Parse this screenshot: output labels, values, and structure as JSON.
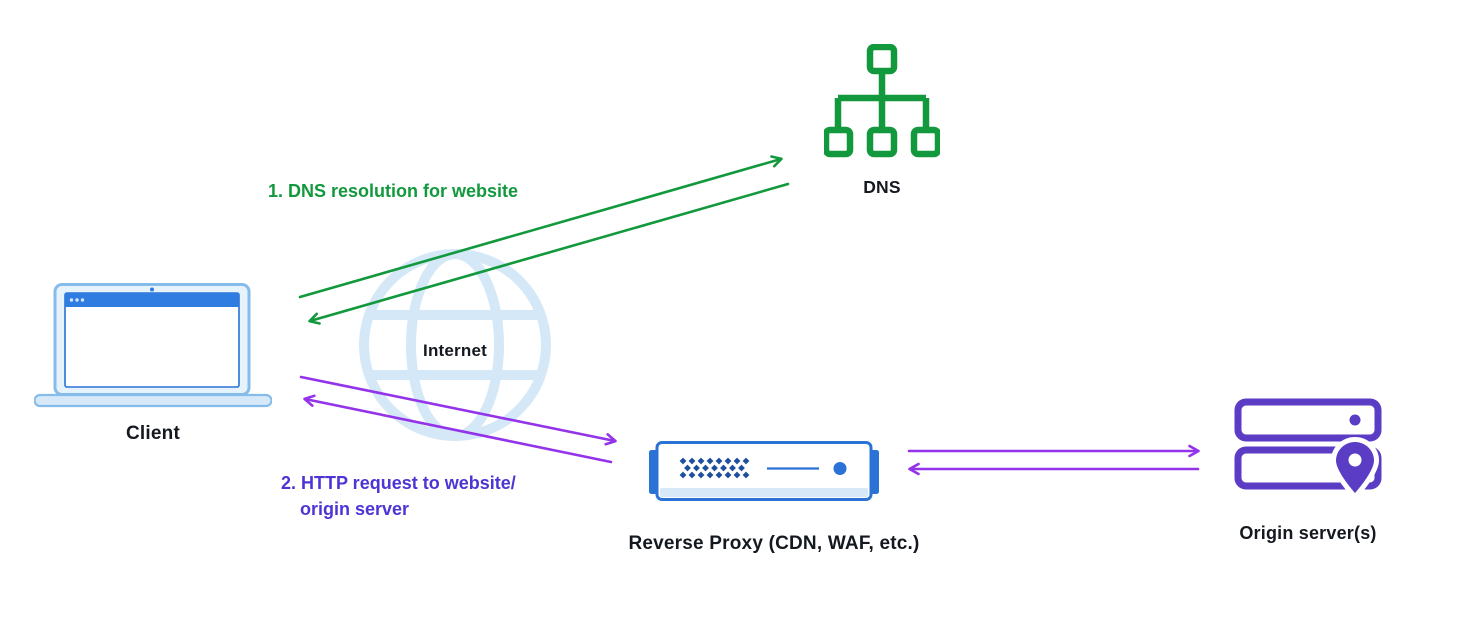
{
  "colors": {
    "green": "#12993D",
    "purple": "#9333EA",
    "indigo": "#4C35D4",
    "icon-purple": "#5B3CC4",
    "blue": "#2B72D7",
    "blue-dark": "#1D4F9E",
    "blue-mid": "#2F7DE1",
    "blue-soft": "#86BCE9",
    "blue-light": "#E6F3FC",
    "blue-pale": "#D7E9F9",
    "globe": "#D4E8F7",
    "text": "#14181F"
  },
  "nodes": {
    "client": {
      "label": "Client"
    },
    "internet": {
      "label": "Internet"
    },
    "dns": {
      "label": "DNS"
    },
    "reverse_proxy": {
      "label": "Reverse Proxy (CDN, WAF, etc.)"
    },
    "origin": {
      "label": "Origin server(s)"
    }
  },
  "steps": {
    "step1": {
      "label": "1. DNS resolution for website"
    },
    "step2": {
      "line1": "2. HTTP request to website/",
      "line2": "origin server"
    }
  }
}
